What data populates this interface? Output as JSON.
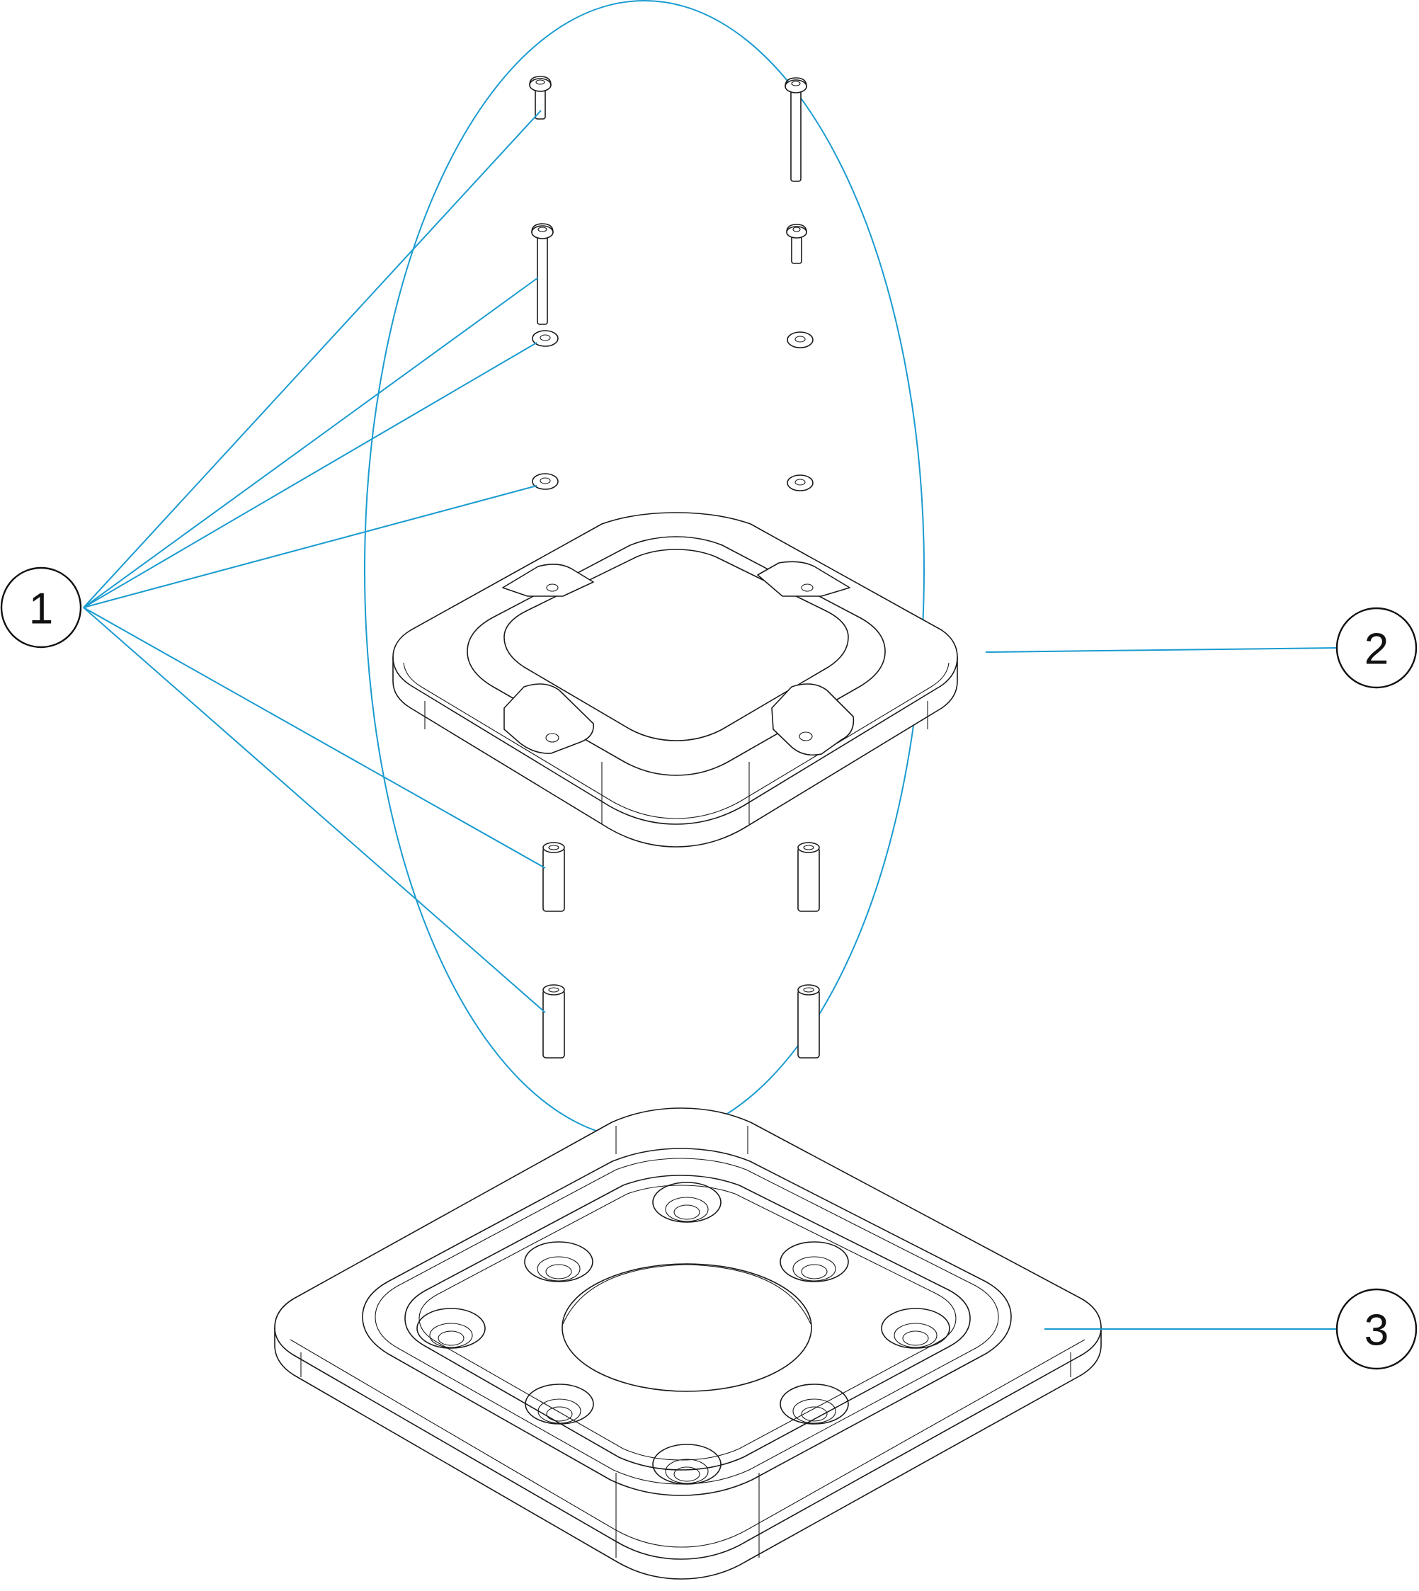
{
  "colors": {
    "leader": "#1a9bd0",
    "ink": "#1a1a1a",
    "background": "#ffffff"
  },
  "callouts": [
    {
      "id": "callout-1",
      "label": "1"
    },
    {
      "id": "callout-2",
      "label": "2"
    },
    {
      "id": "callout-3",
      "label": "3"
    }
  ]
}
